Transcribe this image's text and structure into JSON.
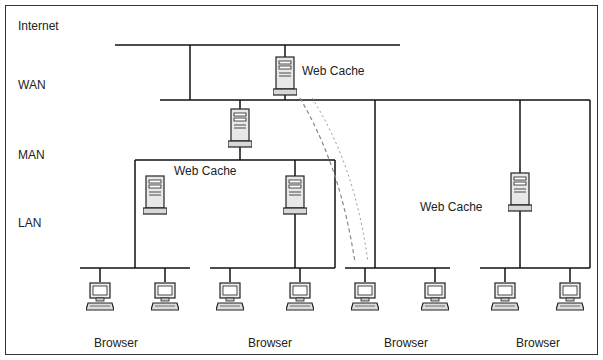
{
  "diagram": {
    "labels": [
      "Internet",
      "WAN",
      "MAN",
      "LAN",
      "Web Cache",
      "Web Cache",
      "Web Cache",
      "Browser",
      "Browser",
      "Browser",
      "Browser"
    ]
  }
}
